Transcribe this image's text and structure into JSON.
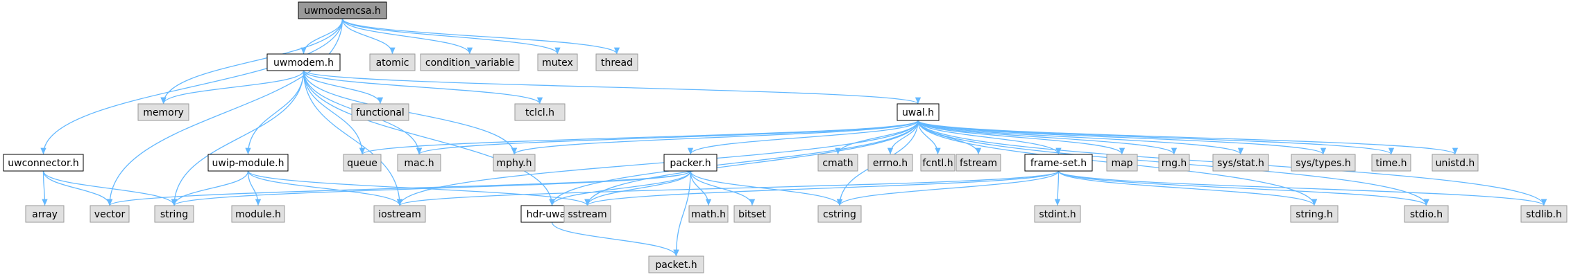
{
  "colors": {
    "root_fill": "#999999",
    "documented_fill": "#ffffff",
    "documented_stroke": "#000000",
    "external_fill": "#e0e0e0",
    "external_stroke": "#999999",
    "edge": "#63b8ff"
  },
  "nodes": [
    {
      "id": "uwmodemcsa",
      "label": "uwmodemcsa.h",
      "kind": "root"
    },
    {
      "id": "uwmodem",
      "label": "uwmodem.h",
      "kind": "documented"
    },
    {
      "id": "atomic",
      "label": "atomic",
      "kind": "external"
    },
    {
      "id": "condition_variable",
      "label": "condition_variable",
      "kind": "external"
    },
    {
      "id": "mutex",
      "label": "mutex",
      "kind": "external"
    },
    {
      "id": "thread",
      "label": "thread",
      "kind": "external"
    },
    {
      "id": "memory",
      "label": "memory",
      "kind": "external"
    },
    {
      "id": "functional",
      "label": "functional",
      "kind": "external"
    },
    {
      "id": "tclcl",
      "label": "tclcl.h",
      "kind": "external"
    },
    {
      "id": "uwal",
      "label": "uwal.h",
      "kind": "documented"
    },
    {
      "id": "uwconnector",
      "label": "uwconnector.h",
      "kind": "documented"
    },
    {
      "id": "uwipmodule",
      "label": "uwip-module.h",
      "kind": "documented"
    },
    {
      "id": "queue",
      "label": "queue",
      "kind": "external"
    },
    {
      "id": "mac",
      "label": "mac.h",
      "kind": "external"
    },
    {
      "id": "mphy",
      "label": "mphy.h",
      "kind": "external"
    },
    {
      "id": "packer",
      "label": "packer.h",
      "kind": "documented"
    },
    {
      "id": "cmath",
      "label": "cmath",
      "kind": "external"
    },
    {
      "id": "errno",
      "label": "errno.h",
      "kind": "external"
    },
    {
      "id": "fcntl",
      "label": "fcntl.h",
      "kind": "external"
    },
    {
      "id": "fstream",
      "label": "fstream",
      "kind": "external"
    },
    {
      "id": "frameset",
      "label": "frame-set.h",
      "kind": "documented"
    },
    {
      "id": "map",
      "label": "map",
      "kind": "external"
    },
    {
      "id": "rng",
      "label": "rng.h",
      "kind": "external"
    },
    {
      "id": "sysstat",
      "label": "sys/stat.h",
      "kind": "external"
    },
    {
      "id": "systypes",
      "label": "sys/types.h",
      "kind": "external"
    },
    {
      "id": "time",
      "label": "time.h",
      "kind": "external"
    },
    {
      "id": "unistd",
      "label": "unistd.h",
      "kind": "external"
    },
    {
      "id": "array",
      "label": "array",
      "kind": "external"
    },
    {
      "id": "vector",
      "label": "vector",
      "kind": "external"
    },
    {
      "id": "string",
      "label": "string",
      "kind": "external"
    },
    {
      "id": "module",
      "label": "module.h",
      "kind": "external"
    },
    {
      "id": "iostream",
      "label": "iostream",
      "kind": "external"
    },
    {
      "id": "hdruwal",
      "label": "hdr-uwal.h",
      "kind": "documented"
    },
    {
      "id": "sstream",
      "label": "sstream",
      "kind": "external"
    },
    {
      "id": "math",
      "label": "math.h",
      "kind": "external"
    },
    {
      "id": "bitset",
      "label": "bitset",
      "kind": "external"
    },
    {
      "id": "cstring",
      "label": "cstring",
      "kind": "external"
    },
    {
      "id": "stdint",
      "label": "stdint.h",
      "kind": "external"
    },
    {
      "id": "stringh",
      "label": "string.h",
      "kind": "external"
    },
    {
      "id": "stdio",
      "label": "stdio.h",
      "kind": "external"
    },
    {
      "id": "stdlib",
      "label": "stdlib.h",
      "kind": "external"
    },
    {
      "id": "packet",
      "label": "packet.h",
      "kind": "external"
    }
  ],
  "edges": [
    [
      "uwmodemcsa",
      "uwmodem"
    ],
    [
      "uwmodemcsa",
      "atomic"
    ],
    [
      "uwmodemcsa",
      "condition_variable"
    ],
    [
      "uwmodemcsa",
      "mutex"
    ],
    [
      "uwmodemcsa",
      "thread"
    ],
    [
      "uwmodemcsa",
      "memory"
    ],
    [
      "uwmodemcsa",
      "uwconnector"
    ],
    [
      "uwmodemcsa",
      "vector"
    ],
    [
      "uwmodem",
      "memory"
    ],
    [
      "uwmodem",
      "functional"
    ],
    [
      "uwmodem",
      "tclcl"
    ],
    [
      "uwmodem",
      "uwal"
    ],
    [
      "uwmodem",
      "uwipmodule"
    ],
    [
      "uwmodem",
      "string"
    ],
    [
      "uwmodem",
      "queue"
    ],
    [
      "uwmodem",
      "mac"
    ],
    [
      "uwmodem",
      "mphy"
    ],
    [
      "uwmodem",
      "iostream"
    ],
    [
      "uwmodem",
      "hdruwal"
    ],
    [
      "uwconnector",
      "array"
    ],
    [
      "uwconnector",
      "vector"
    ],
    [
      "uwconnector",
      "string"
    ],
    [
      "uwipmodule",
      "string"
    ],
    [
      "uwipmodule",
      "module"
    ],
    [
      "uwipmodule",
      "iostream"
    ],
    [
      "uwipmodule",
      "sstream"
    ],
    [
      "uwal",
      "queue"
    ],
    [
      "uwal",
      "mac"
    ],
    [
      "uwal",
      "mphy"
    ],
    [
      "uwal",
      "packer"
    ],
    [
      "uwal",
      "cmath"
    ],
    [
      "uwal",
      "errno"
    ],
    [
      "uwal",
      "fcntl"
    ],
    [
      "uwal",
      "fstream"
    ],
    [
      "uwal",
      "frameset"
    ],
    [
      "uwal",
      "map"
    ],
    [
      "uwal",
      "rng"
    ],
    [
      "uwal",
      "sysstat"
    ],
    [
      "uwal",
      "systypes"
    ],
    [
      "uwal",
      "time"
    ],
    [
      "uwal",
      "unistd"
    ],
    [
      "uwal",
      "iostream"
    ],
    [
      "uwal",
      "hdruwal"
    ],
    [
      "uwal",
      "sstream"
    ],
    [
      "uwal",
      "cstring"
    ],
    [
      "uwal",
      "stringh"
    ],
    [
      "uwal",
      "stdio"
    ],
    [
      "uwal",
      "stdlib"
    ],
    [
      "packer",
      "vector"
    ],
    [
      "packer",
      "string"
    ],
    [
      "packer",
      "hdruwal"
    ],
    [
      "packer",
      "sstream"
    ],
    [
      "packer",
      "math"
    ],
    [
      "packer",
      "bitset"
    ],
    [
      "packer",
      "cstring"
    ],
    [
      "packer",
      "packet"
    ],
    [
      "frameset",
      "iostream"
    ],
    [
      "frameset",
      "sstream"
    ],
    [
      "frameset",
      "cstring"
    ],
    [
      "frameset",
      "stdint"
    ],
    [
      "frameset",
      "stringh"
    ],
    [
      "frameset",
      "stdio"
    ],
    [
      "frameset",
      "stdlib"
    ],
    [
      "hdruwal",
      "packet"
    ]
  ]
}
